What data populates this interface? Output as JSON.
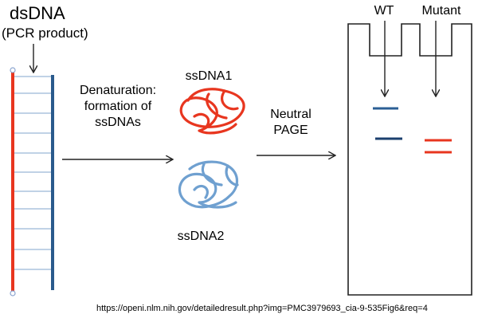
{
  "labels": {
    "dsdna_title": "dsDNA",
    "dsdna_sub": "(PCR product)",
    "denat_line1": "Denaturation:",
    "denat_line2": "formation of",
    "denat_line3": "ssDNAs",
    "ssdna1": "ssDNA1",
    "ssdna2": "ssDNA2",
    "neutral_line1": "Neutral",
    "neutral_line2": "PAGE",
    "wt": "WT",
    "mutant": "Mutant",
    "source_url": "https://openi.nlm.nih.gov/detailedresult.php?img=PMC3979693_cia-9-535Fig6&req=4"
  },
  "colors": {
    "red_strand": "#e8361f",
    "blue_strand": "#2a5a8c",
    "light_blue_strand": "#6fa0d0",
    "rung": "#9ab8d8",
    "wt_band_1": "#2b5f95",
    "wt_band_2": "#1b3f6e",
    "mutant_bands": "#e8361f"
  },
  "gel": {
    "lanes": [
      "WT",
      "Mutant"
    ],
    "wt_band_count": 2,
    "mutant_band_count": 2
  }
}
